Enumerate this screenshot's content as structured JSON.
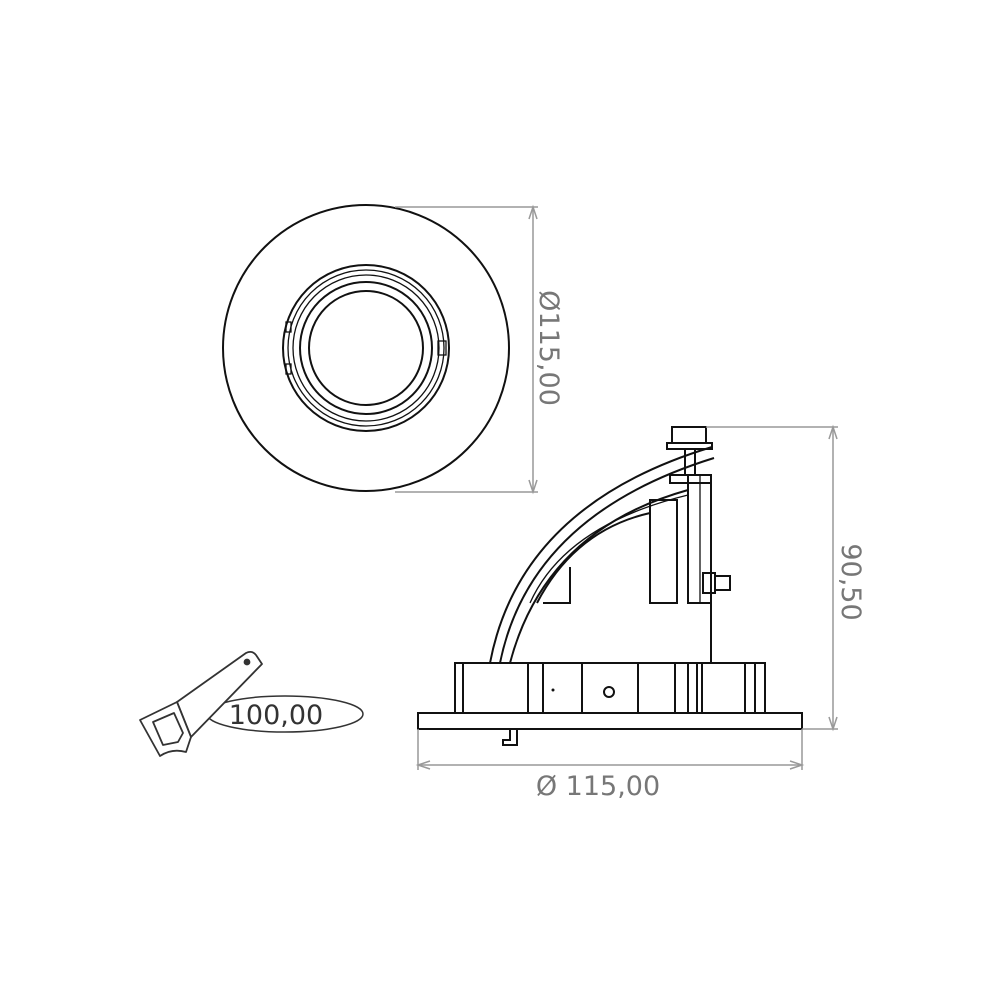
{
  "top_view": {
    "diameter_label": "Ø115,00"
  },
  "side_view": {
    "height_label": "90,50",
    "diameter_label": "Ø 115,00"
  },
  "cutout": {
    "icon": "saw-icon",
    "label": "100,00"
  },
  "colors": {
    "line": "#111111",
    "dimension": "#999999",
    "dimension_text": "#777777"
  }
}
